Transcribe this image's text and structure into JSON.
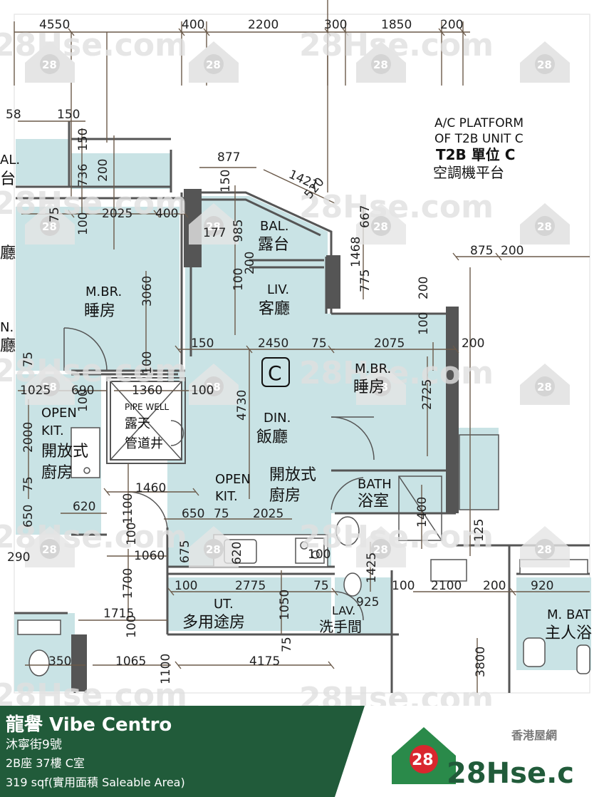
{
  "dimensions_top": [
    "4550",
    "400",
    "2200",
    "300",
    "1850",
    "200"
  ],
  "watermark_text": "28Hse.com",
  "watermark_badge": "28",
  "ac_platform": {
    "line1": "A/C PLATFORM",
    "line2": "OF T2B UNIT C",
    "line3": "T2B 單位 C",
    "line4": "空調機平台"
  },
  "rooms": {
    "balcony_en": "BAL.",
    "balcony_cn": "露台",
    "living_en": "LIV.",
    "living_cn": "客廳",
    "unit_letter": "C",
    "dining_en": "DIN.",
    "dining_cn": "飯廳",
    "mbr_left_en": "M.BR.",
    "mbr_left_cn": "睡房",
    "mbr_right_en": "M.BR.",
    "mbr_right_cn": "睡房",
    "open_kit_en_1": "OPEN",
    "open_kit_en_2": "KIT.",
    "open_kit_cn_1": "開放式",
    "open_kit_cn_2": "廚房",
    "left_kit_en_1": "OPEN",
    "left_kit_en_2": "KIT.",
    "left_kit_cn_1": "開放式",
    "left_kit_cn_2": "廚房",
    "pipe_well_en": "PIPE WELL",
    "pipe_well_cn_1": "露天",
    "pipe_well_cn_2": "管道井",
    "bath_en": "BATH",
    "bath_cn": "浴室",
    "ut_en": "UT.",
    "ut_cn": "多用途房",
    "lav_en": "LAV.",
    "lav_cn": "洗手間",
    "mbath_en": "M. BAT",
    "mbath_cn": "主人浴"
  },
  "dims": {
    "d150a": "150",
    "d58": "58",
    "d736": "736",
    "d150b": "150",
    "d200a": "200",
    "d877": "877",
    "d1421": "1421",
    "d150c": "150",
    "d985": "985",
    "d177": "177",
    "d2025a": "2025",
    "d400b": "400",
    "d100a": "100",
    "d75a": "75",
    "d100b": "100",
    "d200b": "200",
    "d1468": "1468",
    "d667": "667",
    "d520": "520",
    "d775": "775",
    "d875": "875",
    "d200c": "200",
    "d3060": "3060",
    "d150d": "150",
    "d2450": "2450",
    "d75b": "75",
    "d2075": "2075",
    "d200d": "200",
    "d100c": "100",
    "d200e": "200",
    "d1025": "1025",
    "d690": "690",
    "d100d": "100",
    "d1360": "1360",
    "d100e": "100",
    "d100f": "100",
    "d4730": "4730",
    "d2725": "2725",
    "d2000": "2000",
    "d75c": "75",
    "d1100": "1100",
    "d1460": "1460",
    "d75d": "75",
    "d650a": "650",
    "d620": "620",
    "d650b": "650",
    "d75e": "75",
    "d2025b": "2025",
    "d1400": "1400",
    "d100g": "100",
    "d675": "675",
    "d620b": "620",
    "d100h": "100",
    "d290": "290",
    "d1060": "1060",
    "d1700": "1700",
    "d1715": "1715",
    "d100i": "100",
    "d2775": "2775",
    "d75f": "75",
    "d1050": "1050",
    "d100j": "100",
    "d1425": "1425",
    "d925": "925",
    "d2100": "2100",
    "d200f": "200",
    "d920": "920",
    "d125": "125",
    "d1065": "1065",
    "d350": "350",
    "d4175": "4175",
    "d1100b": "1100",
    "d3800": "3800",
    "d75g": "75",
    "d100k": "100"
  },
  "left_labels": {
    "bal": "AL.",
    "tai": "台",
    "ting": "廳",
    "n": "N.",
    "ting2": "廳"
  },
  "footer": {
    "estate_name": "龍譽 Vibe Centro",
    "address": "沐寧街9號",
    "unit": "2B座 37樓 C室",
    "area": "319 sqf(實用面積 Saleable Area)",
    "brand_cn": "香港屋網",
    "brand_logo_text": "28Hse.com",
    "brand_badge": "28"
  },
  "colors": {
    "room_fill": "#c9e3e5",
    "wall": "#555555",
    "dim_line": "#6b5a4a",
    "footer_green": "#215b3a"
  }
}
